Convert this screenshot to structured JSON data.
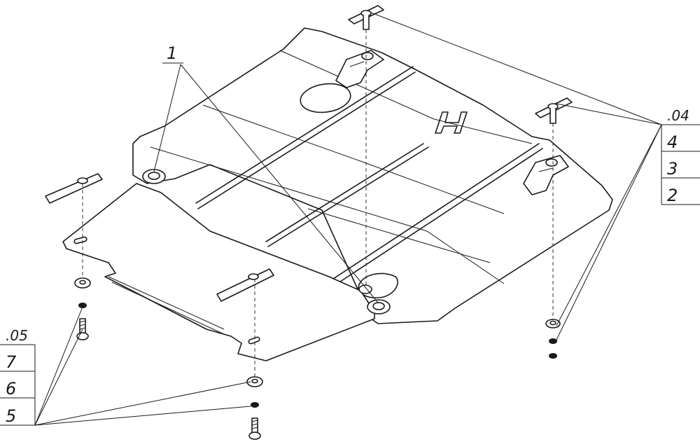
{
  "callouts": {
    "part_1": "1",
    "group_right": {
      "header": ".04",
      "rows": [
        "4",
        "3",
        "2"
      ]
    },
    "group_left": {
      "header": ".05",
      "rows": [
        "7",
        "6",
        "5"
      ]
    }
  },
  "logo_glyph": "H"
}
